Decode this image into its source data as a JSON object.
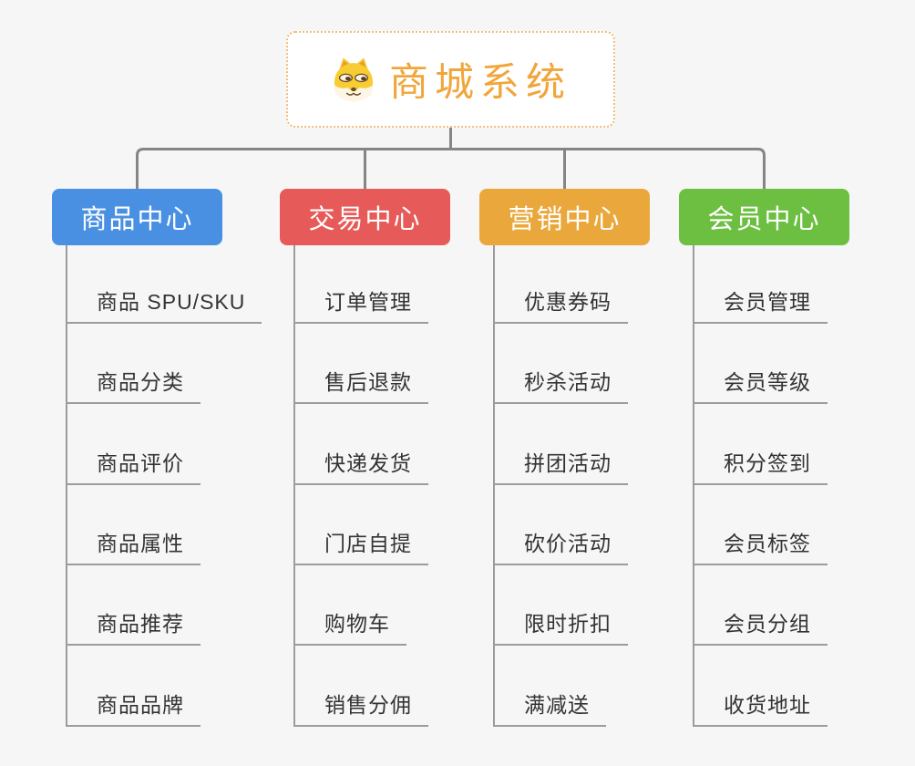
{
  "root": {
    "title": "商城系统",
    "icon": "shiba-dog-icon",
    "title_color": "#f0a63a",
    "border_color": "#f0bd7a"
  },
  "branches": [
    {
      "label": "商品中心",
      "color": "#4a90e2",
      "children": [
        "商品 SPU/SKU",
        "商品分类",
        "商品评价",
        "商品属性",
        "商品推荐",
        "商品品牌"
      ]
    },
    {
      "label": "交易中心",
      "color": "#e65b59",
      "children": [
        "订单管理",
        "售后退款",
        "快递发货",
        "门店自提",
        "购物车",
        "销售分佣"
      ]
    },
    {
      "label": "营销中心",
      "color": "#eaa83c",
      "children": [
        "优惠券码",
        "秒杀活动",
        "拼团活动",
        "砍价活动",
        "限时折扣",
        "满减送"
      ]
    },
    {
      "label": "会员中心",
      "color": "#6cbf40",
      "children": [
        "会员管理",
        "会员等级",
        "积分签到",
        "会员标签",
        "会员分组",
        "收货地址"
      ]
    }
  ],
  "style": {
    "connector_color": "#858585",
    "child_line_color": "#9c9c9c",
    "child_text_color": "#333333",
    "background_color": "#f6f6f6"
  }
}
